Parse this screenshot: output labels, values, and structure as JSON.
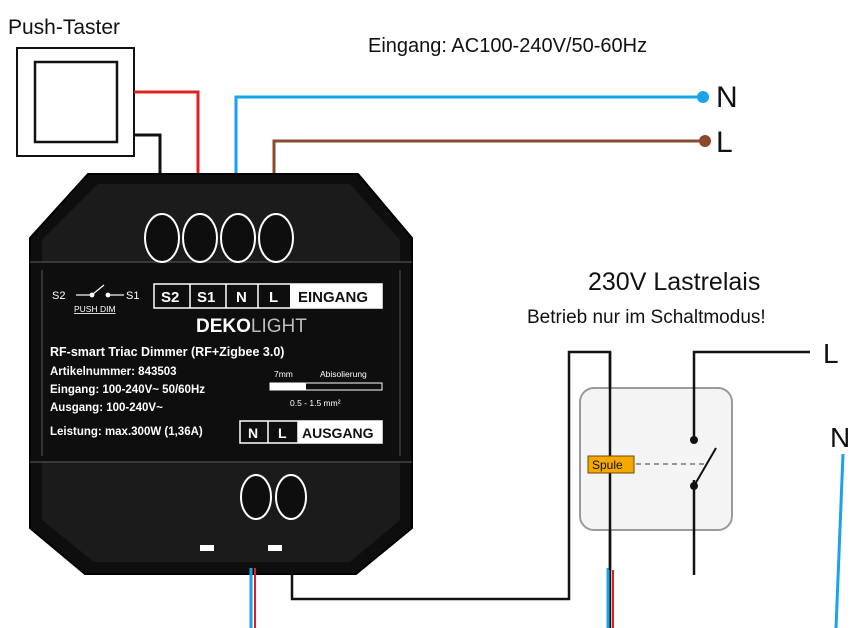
{
  "labels": {
    "push_taster": "Push-Taster",
    "eingang_top": "Eingang: AC100-240V/50-60Hz",
    "n_top": "N",
    "l_top": "L",
    "relay_title": "230V Lastrelais",
    "relay_subtitle": "Betrieb nur im Schaltmodus!",
    "l_right": "L",
    "n_right": "N",
    "spule": "Spule"
  },
  "device": {
    "switch_s2": "S2",
    "switch_s1": "S1",
    "push_dim": "PUSH DIM",
    "terminals_top": [
      "S2",
      "S1",
      "N",
      "L"
    ],
    "eingang": "EINGANG",
    "brand_bold": "DEKO",
    "brand_light": "LIGHT",
    "product": "RF-smart Triac Dimmer (RF+Zigbee 3.0)",
    "artikel": "Artikelnummer: 843503",
    "eingang_spec": "Eingang: 100-240V~ 50/60Hz",
    "ausgang_spec": "Ausgang: 100-240V~",
    "leistung": "Leistung: max.300W (1,36A)",
    "strip_mm": "7mm",
    "strip_label": "Abisolierung",
    "wire_range": "0.5 - 1.5 mm²",
    "terminals_bottom": [
      "N",
      "L"
    ],
    "ausgang": "AUSGANG"
  },
  "colors": {
    "wire_red": "#e02020",
    "wire_blue": "#1aa3e8",
    "wire_brown": "#8b4a2b",
    "wire_black": "#111111",
    "spule_fill": "#f5a800",
    "relay_border": "#9a9a9a"
  }
}
